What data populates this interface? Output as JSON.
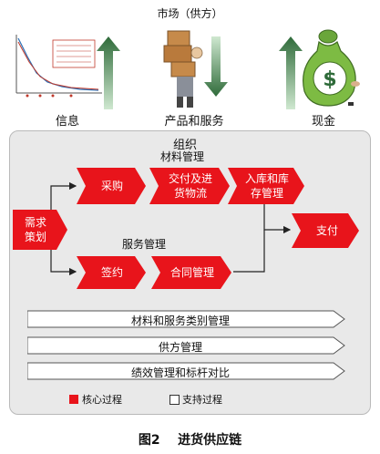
{
  "top": {
    "market_title": "市场（供方）",
    "info_label": "信息",
    "product_label": "产品和服务",
    "cash_label": "现金",
    "cash_symbol": "$"
  },
  "org": {
    "title": "组织",
    "materials_label": "材料管理",
    "service_label": "服务管理",
    "processes": {
      "demand": "需求\n策划",
      "purchase": "采购",
      "delivery": "交付及进\n货物流",
      "storage": "入库和库\n存管理",
      "payment": "支付",
      "sign": "签约",
      "contract": "合同管理"
    },
    "support_bars": [
      "材料和服务类别管理",
      "供方管理",
      "绩效管理和标杆对比"
    ],
    "legend": {
      "core_label": "核心过程",
      "support_label": "支持过程"
    }
  },
  "caption": "图2    进货供应链",
  "colors": {
    "core": "#e8141b",
    "panel": "#e9e9e9",
    "arrow_up_dark": "#2f6b3a",
    "arrow_up_light": "#cfe8d0"
  }
}
